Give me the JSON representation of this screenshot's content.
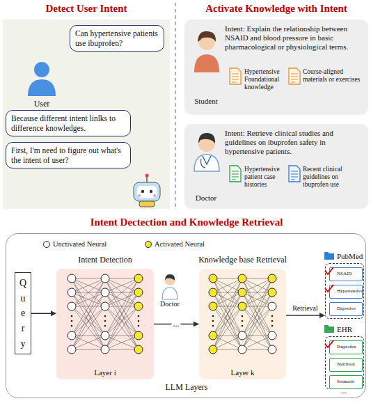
{
  "diagram": {
    "nodes": [
      {
        "text": [
          "Detect User Intent"
        ]
      },
      {
        "text": [
          "Can hypertensive patients use ibuprofen?"
        ],
        "in": 0
      },
      {
        "text": [
          "Because different intent linlks to difference knowledges."
        ],
        "in": 0
      },
      {
        "text": [
          "First, I'm need to figure out what's the intent of user?"
        ],
        "in": 0
      },
      {
        "text": [
          "Intent: Explain the relationship between NSAID and blood pressure in basic pharmacological or physiological terms.",
          "Student",
          "Hypertensive Foundational knowledge",
          "Course-aligned materials or exercises"
        ]
      },
      {
        "text": [
          "Intent: Retrieve clinical studies and guidelines on ibuprofen safety in hypertensive patients.",
          "Doctor",
          "Hypertensive patient case histories",
          "Recent clinical guidelines on ibuprofen use"
        ]
      },
      {
        "text": [
          "Intent Dectection and Knowledge Retrieval",
          "LLM Layers"
        ]
      },
      {
        "text": [
          "Query"
        ],
        "in": 6
      },
      {
        "text": [
          "Intent Detection",
          "Layer i"
        ],
        "in": 6
      },
      {
        "text": [
          "Knowledge base Retrieval",
          "Layer k"
        ],
        "in": 6
      },
      {
        "text": [
          "PubMed"
        ],
        "in": 6
      },
      {
        "text": [
          "NSAID"
        ],
        "in": 10
      },
      {
        "text": [
          "Hypertensive"
        ],
        "in": 10
      },
      {
        "text": [
          "Digestive"
        ],
        "in": 10
      },
      {
        "text": [
          "EHR"
        ],
        "in": 6
      },
      {
        "text": [
          "Ibuprofen"
        ],
        "in": 14
      },
      {
        "text": [
          "Nutrition"
        ],
        "in": 14
      },
      {
        "text": [
          "Stomach"
        ],
        "in": 14
      }
    ],
    "edges": [
      {
        "from": 7,
        "to": 8,
        "arrow": "to"
      },
      {
        "from": 8,
        "to": 9,
        "label": "...",
        "arrow": "to"
      },
      {
        "from": 9,
        "to": 10,
        "label": "Retrieval",
        "arrow": "to"
      }
    ],
    "labels": [
      "Activate Knowledge with Intent",
      "User",
      "Doctor",
      "..."
    ],
    "legend": [
      {
        "text": "Unctivated Neural",
        "color": "#ffffff"
      },
      {
        "text": "Activated Neural",
        "color": "#f5e62e"
      }
    ]
  }
}
